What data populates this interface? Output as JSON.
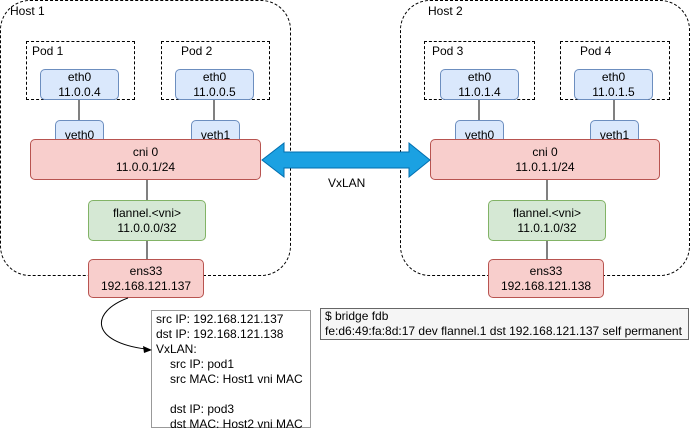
{
  "host1": {
    "title": "Host 1",
    "pod1": {
      "title": "Pod 1",
      "eth": "eth0",
      "ip": "11.0.0.4"
    },
    "pod2": {
      "title": "Pod 2",
      "eth": "eth0",
      "ip": "11.0.0.5"
    },
    "veth0": "veth0",
    "veth1": "veth1",
    "cni": {
      "name": "cni 0",
      "ip": "11.0.0.1/24"
    },
    "flannel": {
      "name": "flannel.<vni>",
      "ip": "11.0.0.0/32"
    },
    "ens": {
      "name": "ens33",
      "ip": "192.168.121.137"
    }
  },
  "host2": {
    "title": "Host 2",
    "pod3": {
      "title": "Pod 3",
      "eth": "eth0",
      "ip": "11.0.1.4"
    },
    "pod4": {
      "title": "Pod 4",
      "eth": "eth0",
      "ip": "11.0.1.5"
    },
    "veth0": "veth0",
    "veth1": "veth1",
    "cni": {
      "name": "cni 0",
      "ip": "11.0.1.1/24"
    },
    "flannel": {
      "name": "flannel.<vni>",
      "ip": "11.0.1.0/32"
    },
    "ens": {
      "name": "ens33",
      "ip": "192.168.121.138"
    }
  },
  "tunnel_label": "VxLAN",
  "packet": {
    "src_ip": "src IP: 192.168.121.137",
    "dst_ip": "dst IP: 192.168.121.138",
    "vxlan": "VxLAN:",
    "inner_src_ip": "src IP: pod1",
    "inner_src_mac": "src MAC: Host1 vni MAC",
    "inner_dst_ip": "dst IP: pod3",
    "inner_dst_mac": "dst MAC: Host2 vni MAC"
  },
  "fdb_note": {
    "command": "$ bridge fdb",
    "entry": "fe:d6:49:fa:8d:17 dev flannel.1 dst 192.168.121.137 self permanent"
  },
  "colors": {
    "blue_fill": "#dae8fc",
    "blue_stroke": "#6c8ebf",
    "red_fill": "#f8cecc",
    "red_stroke": "#b85450",
    "green_fill": "#d5e8d4",
    "green_stroke": "#82b366",
    "arrow": "#1ba1e2"
  }
}
